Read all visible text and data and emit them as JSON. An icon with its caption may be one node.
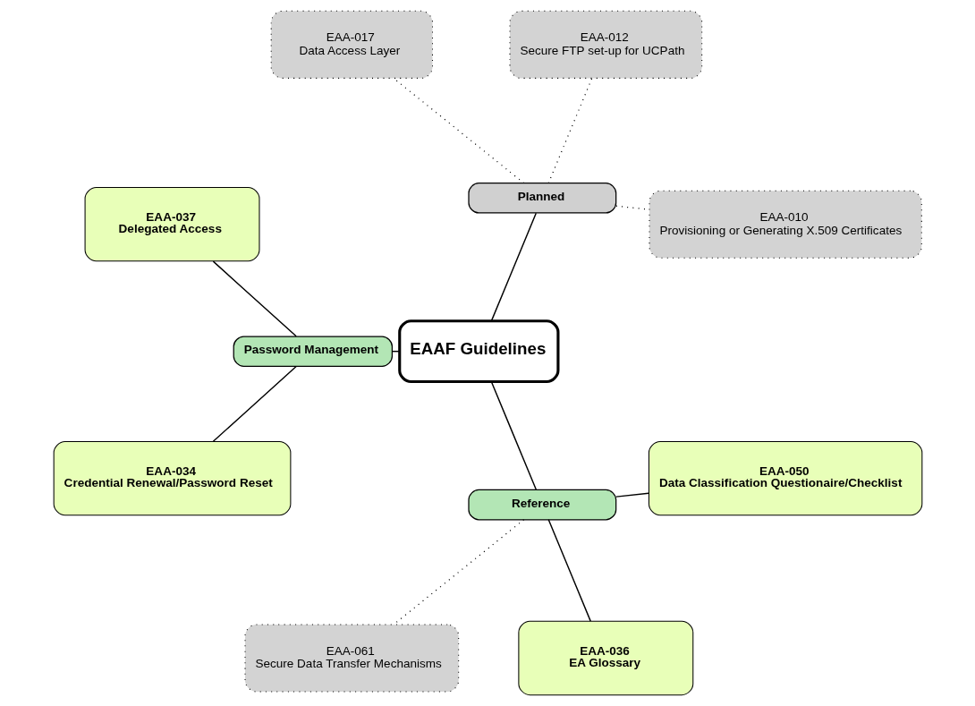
{
  "diagram": {
    "nodes": [
      {
        "text": [
          "EAAF Guidelines"
        ]
      },
      {
        "text": [
          "Planned"
        ]
      },
      {
        "text": [
          "EAA-010",
          "Provisioning or Generating X.509 Certificates"
        ]
      },
      {
        "text": [
          "EAA-012",
          "Secure FTP set-up for UCPath"
        ]
      },
      {
        "text": [
          "EAA-017",
          "Data Access Layer"
        ]
      },
      {
        "text": [
          "Password Management"
        ]
      },
      {
        "text": [
          "EAA-037",
          "Delegated Access"
        ]
      },
      {
        "text": [
          "EAA-034",
          "Credential Renewal/Password Reset"
        ]
      },
      {
        "text": [
          "Reference"
        ]
      },
      {
        "text": [
          "EAA-061",
          "Secure Data Transfer Mechanisms"
        ]
      },
      {
        "text": [
          "EAA-036",
          "EA Glossary"
        ]
      },
      {
        "text": [
          "EAA-050",
          "Data Classification Questionaire/Checklist"
        ]
      }
    ],
    "edges": [
      {
        "from": 0,
        "to": 1,
        "arrow": "none"
      },
      {
        "from": 1,
        "to": 2,
        "arrow": "none",
        "style": "dashed"
      },
      {
        "from": 1,
        "to": 3,
        "arrow": "none",
        "style": "dashed"
      },
      {
        "from": 1,
        "to": 4,
        "arrow": "none",
        "style": "dashed"
      },
      {
        "from": 0,
        "to": 5,
        "arrow": "none"
      },
      {
        "from": 5,
        "to": 6,
        "arrow": "none"
      },
      {
        "from": 5,
        "to": 7,
        "arrow": "none"
      },
      {
        "from": 0,
        "to": 8,
        "arrow": "none"
      },
      {
        "from": 8,
        "to": 9,
        "arrow": "none",
        "style": "dashed"
      },
      {
        "from": 8,
        "to": 10,
        "arrow": "none"
      },
      {
        "from": 8,
        "to": 11,
        "arrow": "none"
      }
    ]
  }
}
